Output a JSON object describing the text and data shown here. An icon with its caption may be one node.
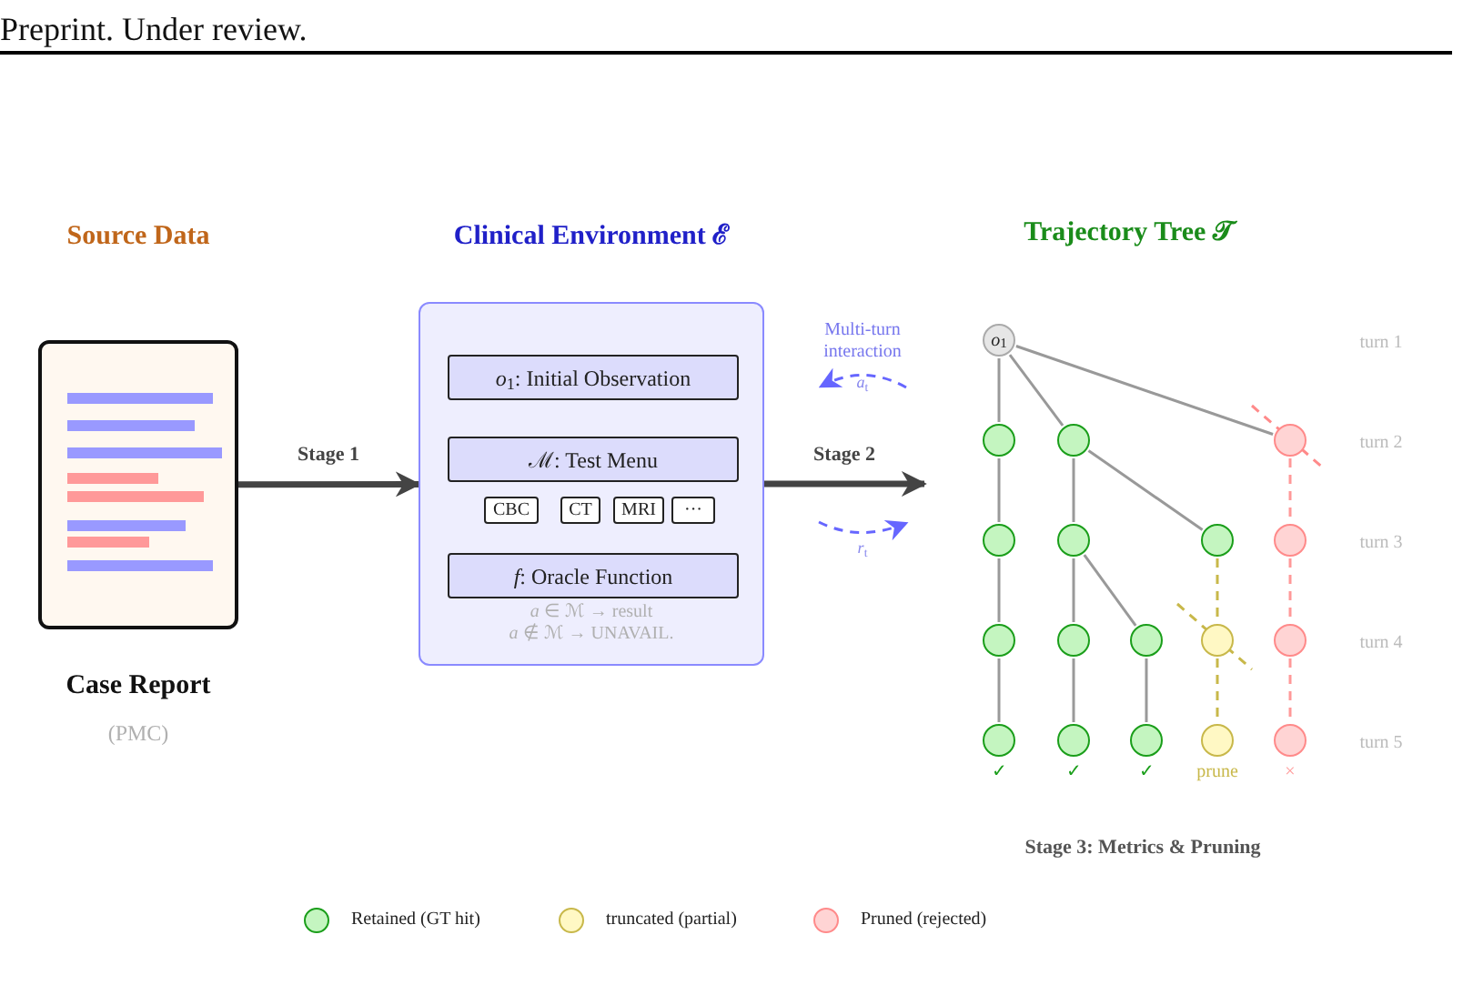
{
  "diagram": {
    "nodes": [
      {
        "text": [],
        "shape": "box"
      },
      {
        "text": [],
        "shape": "box"
      },
      {
        "text": [
          "*o*$_{1}$: Initial Observation"
        ],
        "in": 1
      },
      {
        "text": [
          "ℳ: Test Menu"
        ],
        "in": 1
      },
      {
        "text": [
          "CBC"
        ],
        "in": 1
      },
      {
        "text": [
          "CT"
        ],
        "in": 1
      },
      {
        "text": [
          "MRI"
        ],
        "in": 1
      },
      {
        "text": [
          "···"
        ],
        "in": 1
      },
      {
        "text": [
          "*f*: Oracle Function"
        ],
        "in": 1,
        "beside": [
          "*a* ∈ ℳ → result",
          "*a* ∉ ℳ → UNAVAIL."
        ]
      },
      {
        "text": [
          "*o*$_{1}$"
        ]
      },
      {
        "text": [],
        "shape": "circle"
      },
      {
        "text": [],
        "shape": "circle"
      },
      {
        "text": [],
        "shape": "circle"
      },
      {
        "text": [],
        "shape": "circle"
      },
      {
        "text": [],
        "shape": "circle"
      },
      {
        "text": [],
        "shape": "circle"
      },
      {
        "text": [],
        "shape": "circle"
      },
      {
        "text": [],
        "shape": "circle"
      },
      {
        "text": [],
        "shape": "circle"
      },
      {
        "text": [],
        "shape": "circle"
      },
      {
        "text": [],
        "shape": "circle"
      },
      {
        "text": [],
        "shape": "circle"
      },
      {
        "text": [],
        "shape": "circle",
        "beside": [
          "✓"
        ]
      },
      {
        "text": [],
        "shape": "circle",
        "beside": [
          "✓"
        ]
      },
      {
        "text": [],
        "shape": "circle",
        "beside": [
          "✓"
        ]
      },
      {
        "text": [],
        "shape": "circle",
        "beside": [
          "prune"
        ]
      },
      {
        "text": [],
        "shape": "circle",
        "beside": [
          "×"
        ]
      }
    ],
    "edges": [
      {
        "from": 0,
        "to": 1,
        "arrow": "to",
        "label": "Stage 1",
        "style": "thick",
        "color": "#444444"
      },
      {
        "from": 1,
        "to": null,
        "arrow": "to",
        "label": "Stage 2",
        "style": "thick",
        "color": "#444444"
      },
      {
        "from": 9,
        "to": 10,
        "arrow": "none"
      },
      {
        "from": 9,
        "to": 11,
        "arrow": "none"
      },
      {
        "from": 9,
        "to": 12,
        "arrow": "none"
      },
      {
        "from": 10,
        "to": 13,
        "arrow": "none"
      },
      {
        "from": 11,
        "to": 14,
        "arrow": "none"
      },
      {
        "from": 11,
        "to": 15,
        "arrow": "none"
      },
      {
        "from": 12,
        "to": 16,
        "arrow": "none",
        "style": "dashed",
        "color": "#ff9999"
      },
      {
        "from": 13,
        "to": 17,
        "arrow": "none"
      },
      {
        "from": 14,
        "to": 18,
        "arrow": "none"
      },
      {
        "from": 14,
        "to": 19,
        "arrow": "none"
      },
      {
        "from": 15,
        "to": 20,
        "arrow": "none",
        "style": "dashed",
        "color": "#c8b84a"
      },
      {
        "from": 16,
        "to": 21,
        "arrow": "none",
        "style": "dashed",
        "color": "#ff9999"
      },
      {
        "from": 17,
        "to": 22,
        "arrow": "none"
      },
      {
        "from": 18,
        "to": 23,
        "arrow": "none"
      },
      {
        "from": 19,
        "to": 24,
        "arrow": "none"
      },
      {
        "from": 20,
        "to": 25,
        "arrow": "none",
        "style": "dashed",
        "color": "#c8b84a"
      },
      {
        "from": 21,
        "to": 26,
        "arrow": "none",
        "style": "dashed",
        "color": "#ff9999"
      }
    ],
    "labels": [
      "Preprint. Under review.",
      "Source Data",
      "Clinical Environment ℰ",
      "Trajectory Tree 𝒯",
      "Multi-turn interaction",
      "*a*$_{t}$",
      "turn 1",
      "turn 2",
      "*r*$_{t}$",
      "turn 3",
      "turn 4",
      "Case Report",
      "turn 5",
      "(PMC)",
      "Stage 3: Metrics & Pruning"
    ],
    "legend": [
      {
        "text": "Retained (GT hit)",
        "color": "#c4f5c0"
      },
      {
        "text": "truncated (partial)",
        "color": "#fff8c4"
      },
      {
        "text": "Pruned (rejected)",
        "color": "#ffd4d4"
      }
    ]
  }
}
